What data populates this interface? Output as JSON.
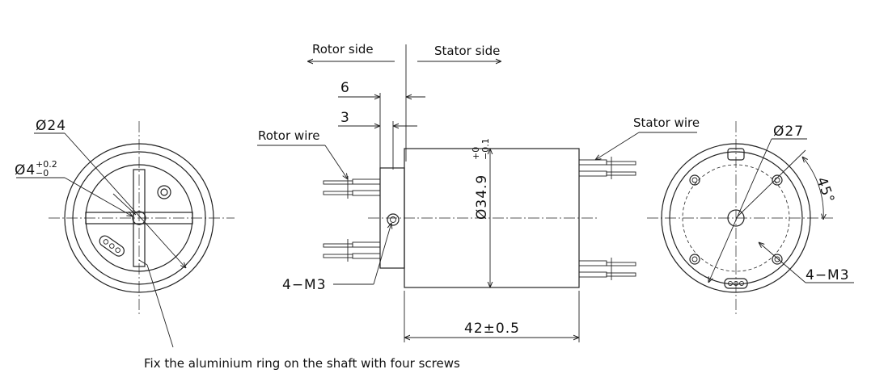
{
  "labels": {
    "rotor_side": "Rotor side",
    "stator_side": "Stator side",
    "rotor_wire": "Rotor wire",
    "stator_wire": "Stator wire",
    "caption": "Fix the aluminium ring on the shaft with four screws"
  },
  "dimensions": {
    "left_outer_diameter": "Ø24",
    "left_bore_diameter": "Ø4",
    "left_bore_tol_upper": "+0.2",
    "left_bore_tol_lower": "−0",
    "flange_width": "6",
    "rotor_offset": "3",
    "body_diameter": "Ø34.9",
    "body_tol_upper": "+0",
    "body_tol_lower": "−0.1",
    "body_length": "42±0.5",
    "center_screws": "4−M3",
    "right_pcd": "Ø27",
    "right_angle": "45°",
    "right_screws": "4−M3"
  }
}
